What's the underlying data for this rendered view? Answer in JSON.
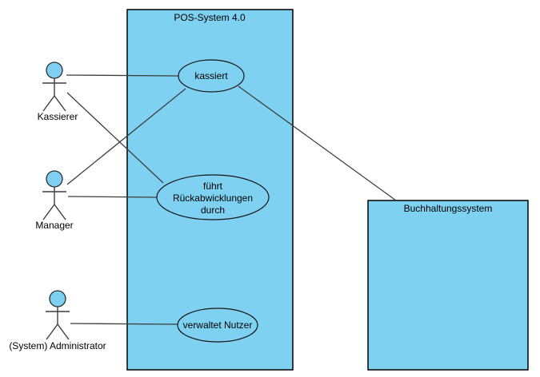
{
  "diagram": {
    "kind": "uml-use-case-diagram",
    "colors": {
      "node_fill": "#7fd1f2",
      "shape_stroke": "#000000",
      "line_stroke": "#3d3d3d",
      "background": "#ffffff",
      "text": "#000000"
    },
    "systems": [
      {
        "label": "POS-System 4.0"
      },
      {
        "label": "Buchhaltungssystem"
      }
    ],
    "actors": [
      {
        "label": "Kassierer"
      },
      {
        "label": "Manager"
      },
      {
        "label": "(System) Administrator"
      }
    ],
    "use_cases": [
      {
        "label": "kassiert"
      },
      {
        "label": "führt Rückabwicklungen durch",
        "label_lines": [
          "führt",
          "Rückabwicklungen",
          "durch"
        ]
      },
      {
        "label": "verwaltet Nutzer"
      }
    ],
    "associations": [
      {
        "from": "Kassierer",
        "to": "kassiert"
      },
      {
        "from": "Kassierer",
        "to": "führt Rückabwicklungen durch"
      },
      {
        "from": "Manager",
        "to": "kassiert"
      },
      {
        "from": "Manager",
        "to": "führt Rückabwicklungen durch"
      },
      {
        "from": "kassiert",
        "to": "Buchhaltungssystem"
      },
      {
        "from": "(System) Administrator",
        "to": "verwaltet Nutzer"
      }
    ]
  }
}
